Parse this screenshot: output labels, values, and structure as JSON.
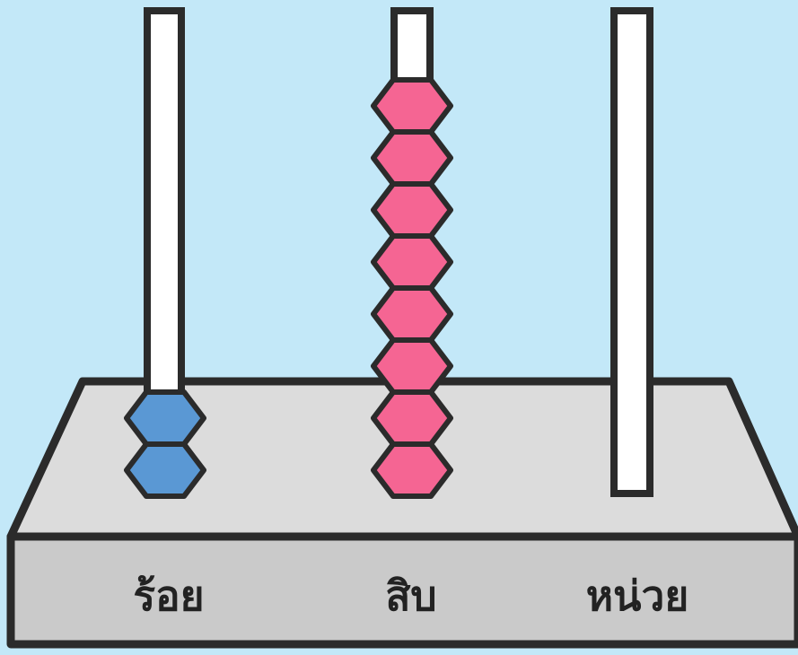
{
  "abacus": {
    "rods": [
      {
        "label": "ร้อย",
        "beads": 2,
        "bead_color": "#5a98d4"
      },
      {
        "label": "สิบ",
        "beads": 8,
        "bead_color": "#f56593"
      },
      {
        "label": "หน่วย",
        "beads": 0,
        "bead_color": "#f56593"
      }
    ]
  },
  "colors": {
    "background": "#c3e8f8",
    "base_top": "#dcdcdc",
    "base_front": "#cacaca",
    "rod": "#ffffff",
    "outline": "#2b2b2b"
  }
}
